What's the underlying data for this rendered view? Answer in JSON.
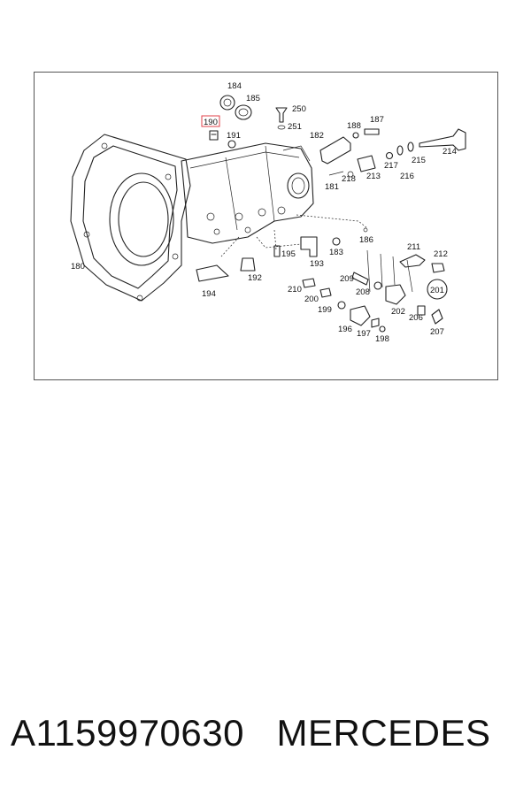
{
  "diagram": {
    "labels": {
      "p180": "180",
      "p184": "184",
      "p185": "185",
      "p190": "190",
      "p191": "191",
      "p250": "250",
      "p251": "251",
      "p182": "182",
      "p188": "188",
      "p187": "187",
      "p214": "214",
      "p215": "215",
      "p216": "216",
      "p217": "217",
      "p213": "213",
      "p218": "218",
      "p181": "181",
      "p186": "186",
      "p183": "183",
      "p195": "195",
      "p193": "193",
      "p192": "192",
      "p194": "194",
      "p211": "211",
      "p212": "212",
      "p209": "209",
      "p208": "208",
      "p201": "201",
      "p202": "202",
      "p206": "206",
      "p207": "207",
      "p210": "210",
      "p200": "200",
      "p199": "199",
      "p196": "196",
      "p197": "197",
      "p198": "198"
    },
    "highlighted_part": "190"
  },
  "caption": {
    "part_number": "A1159970630",
    "brand": "MERCEDES"
  }
}
